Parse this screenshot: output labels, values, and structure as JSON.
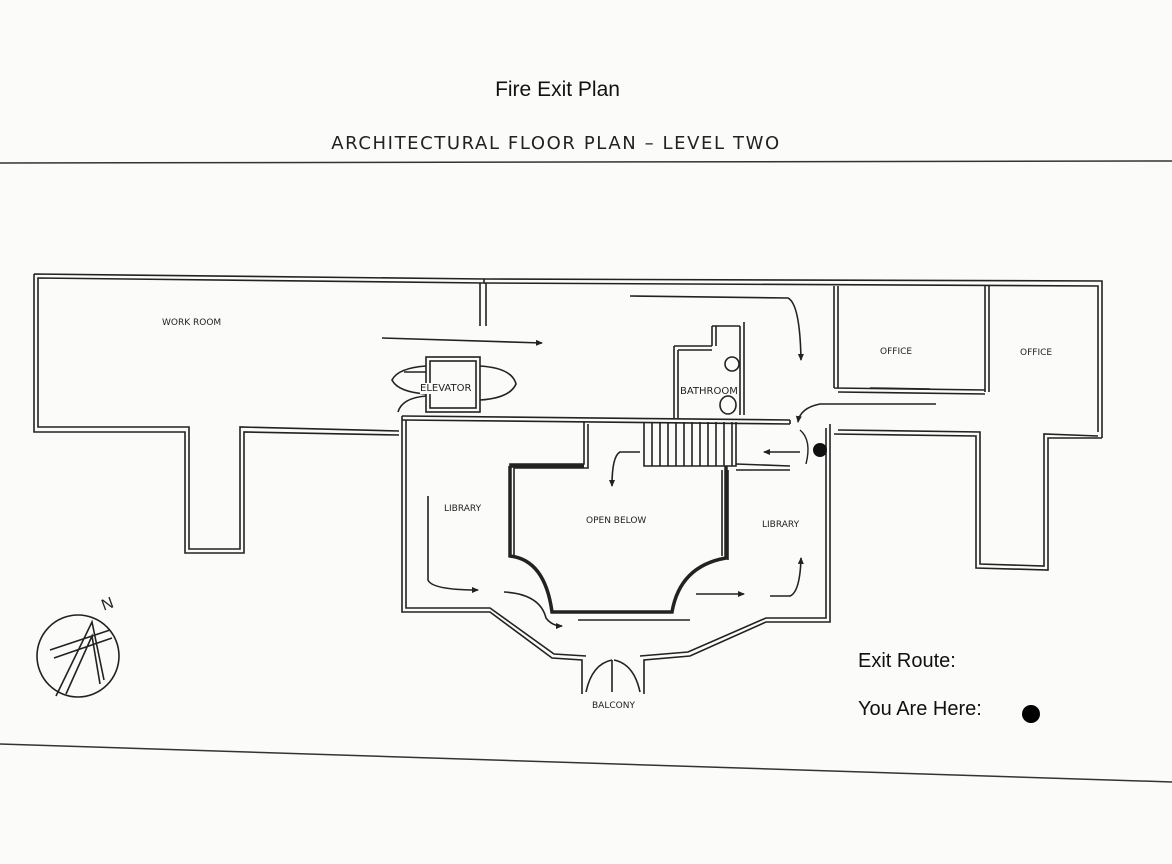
{
  "title": "Fire Exit Plan",
  "subtitle": "ARCHITECTURAL FLOOR PLAN – LEVEL TWO",
  "rooms": {
    "work_room": "WORK ROOM",
    "elevator": "ELEVATOR",
    "bathroom": "BATHROOM",
    "office_1": "OFFICE",
    "office_2": "OFFICE",
    "library_left": "LIBRARY",
    "library_right": "LIBRARY",
    "open_below": "OPEN BELOW",
    "balcony": "BALCONY"
  },
  "compass": {
    "label": "N",
    "icon": "north-arrow-icon"
  },
  "legend": {
    "exit_route_label": "Exit Route:",
    "you_are_here_label": "You Are Here:",
    "marker_color": "#000000"
  },
  "colors": {
    "line": "#222222",
    "background": "#fbfbf9"
  }
}
